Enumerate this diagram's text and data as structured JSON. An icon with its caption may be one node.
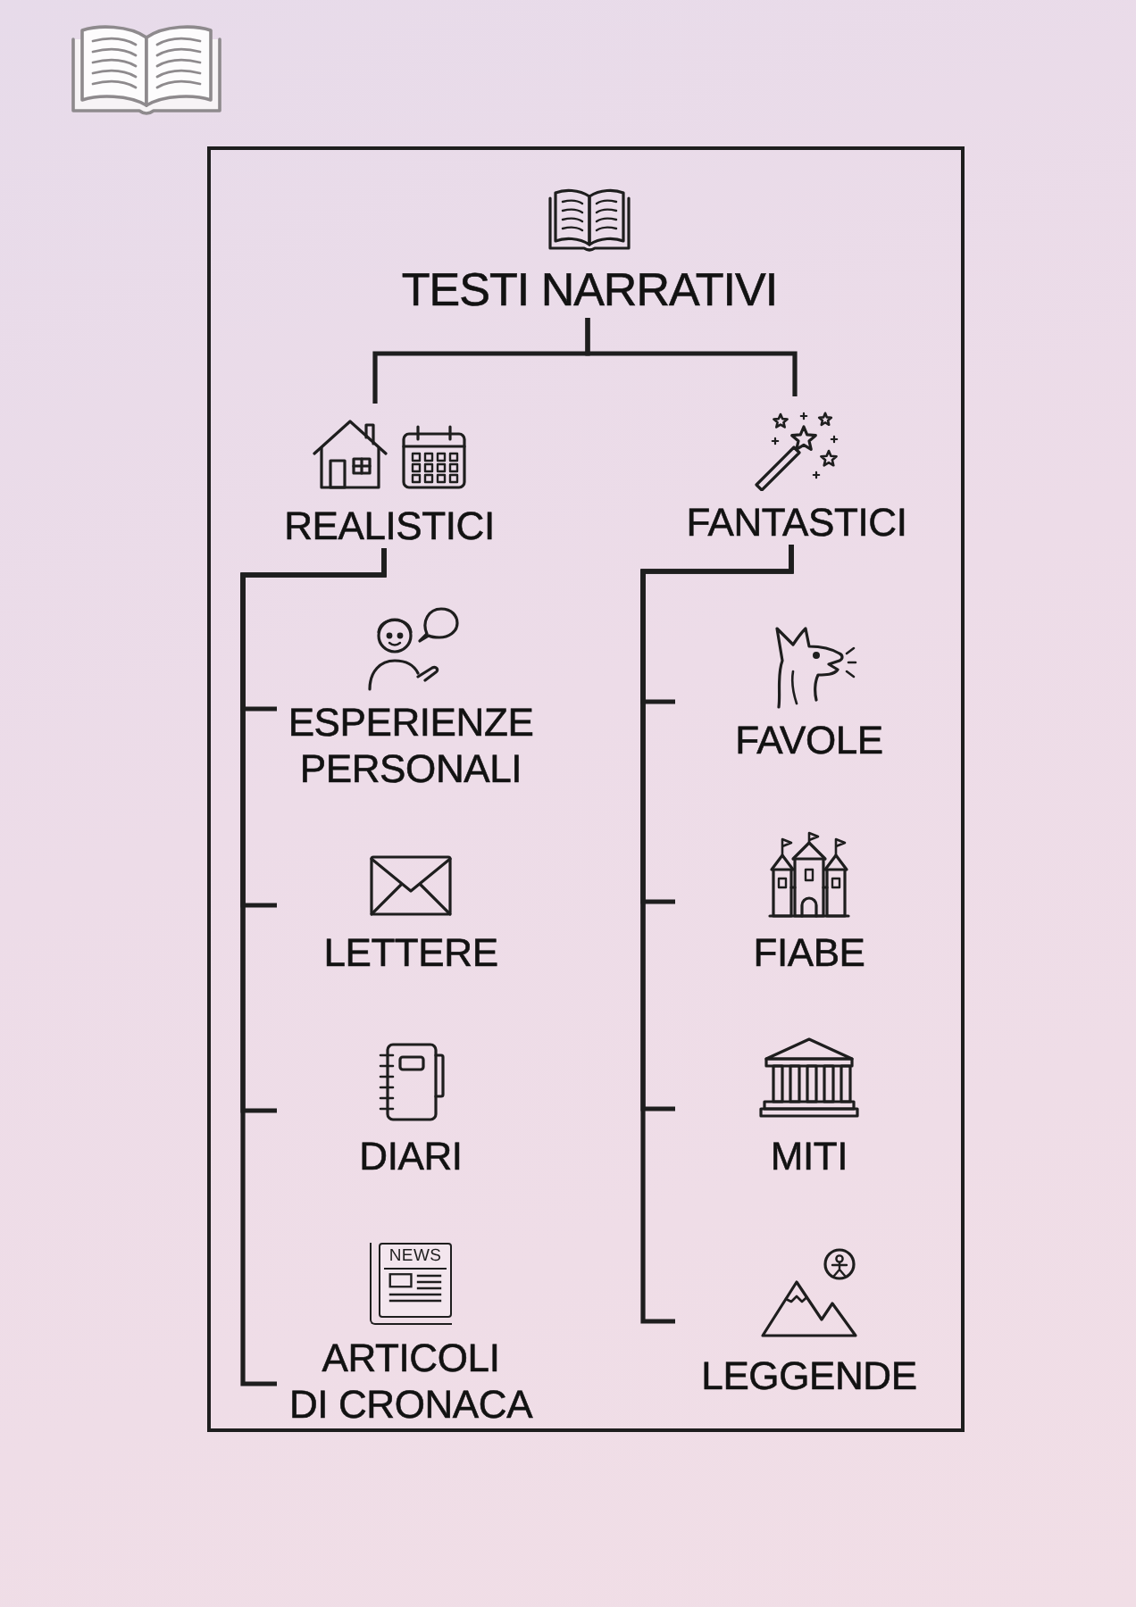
{
  "diagram": {
    "nodes": [
      {
        "text": [],
        "shape": "box"
      },
      {
        "text": [
          "TESTI NARRATIVI"
        ],
        "in": 0
      },
      {
        "text": [
          "REALISTICI"
        ],
        "in": 0
      },
      {
        "text": [
          "FANTASTICI"
        ],
        "in": 0
      },
      {
        "text": [
          "ESPERIENZE PERSONALI"
        ],
        "in": 0
      },
      {
        "text": [
          "LETTERE"
        ],
        "in": 0
      },
      {
        "text": [
          "DIARI"
        ],
        "in": 0
      },
      {
        "text": [
          "ARTICOLI DI CRONACA"
        ],
        "in": 0
      },
      {
        "text": [
          "FAVOLE"
        ],
        "in": 0
      },
      {
        "text": [
          "FIABE"
        ],
        "in": 0
      },
      {
        "text": [
          "MITI"
        ],
        "in": 0
      },
      {
        "text": [
          "LEGGENDE"
        ],
        "in": 0
      }
    ],
    "edges": [
      {
        "from": 1,
        "to": 2,
        "arrow": "none"
      },
      {
        "from": 1,
        "to": 3,
        "arrow": "none"
      },
      {
        "from": 2,
        "to": 4,
        "arrow": "none"
      },
      {
        "from": 2,
        "to": 5,
        "arrow": "none"
      },
      {
        "from": 2,
        "to": 6,
        "arrow": "none"
      },
      {
        "from": 2,
        "to": 7,
        "arrow": "none"
      },
      {
        "from": 3,
        "to": 8,
        "arrow": "none"
      },
      {
        "from": 3,
        "to": 9,
        "arrow": "none"
      },
      {
        "from": 3,
        "to": 10,
        "arrow": "none"
      },
      {
        "from": 3,
        "to": 11,
        "arrow": "none"
      }
    ],
    "labels": [
      "NEWS"
    ]
  }
}
